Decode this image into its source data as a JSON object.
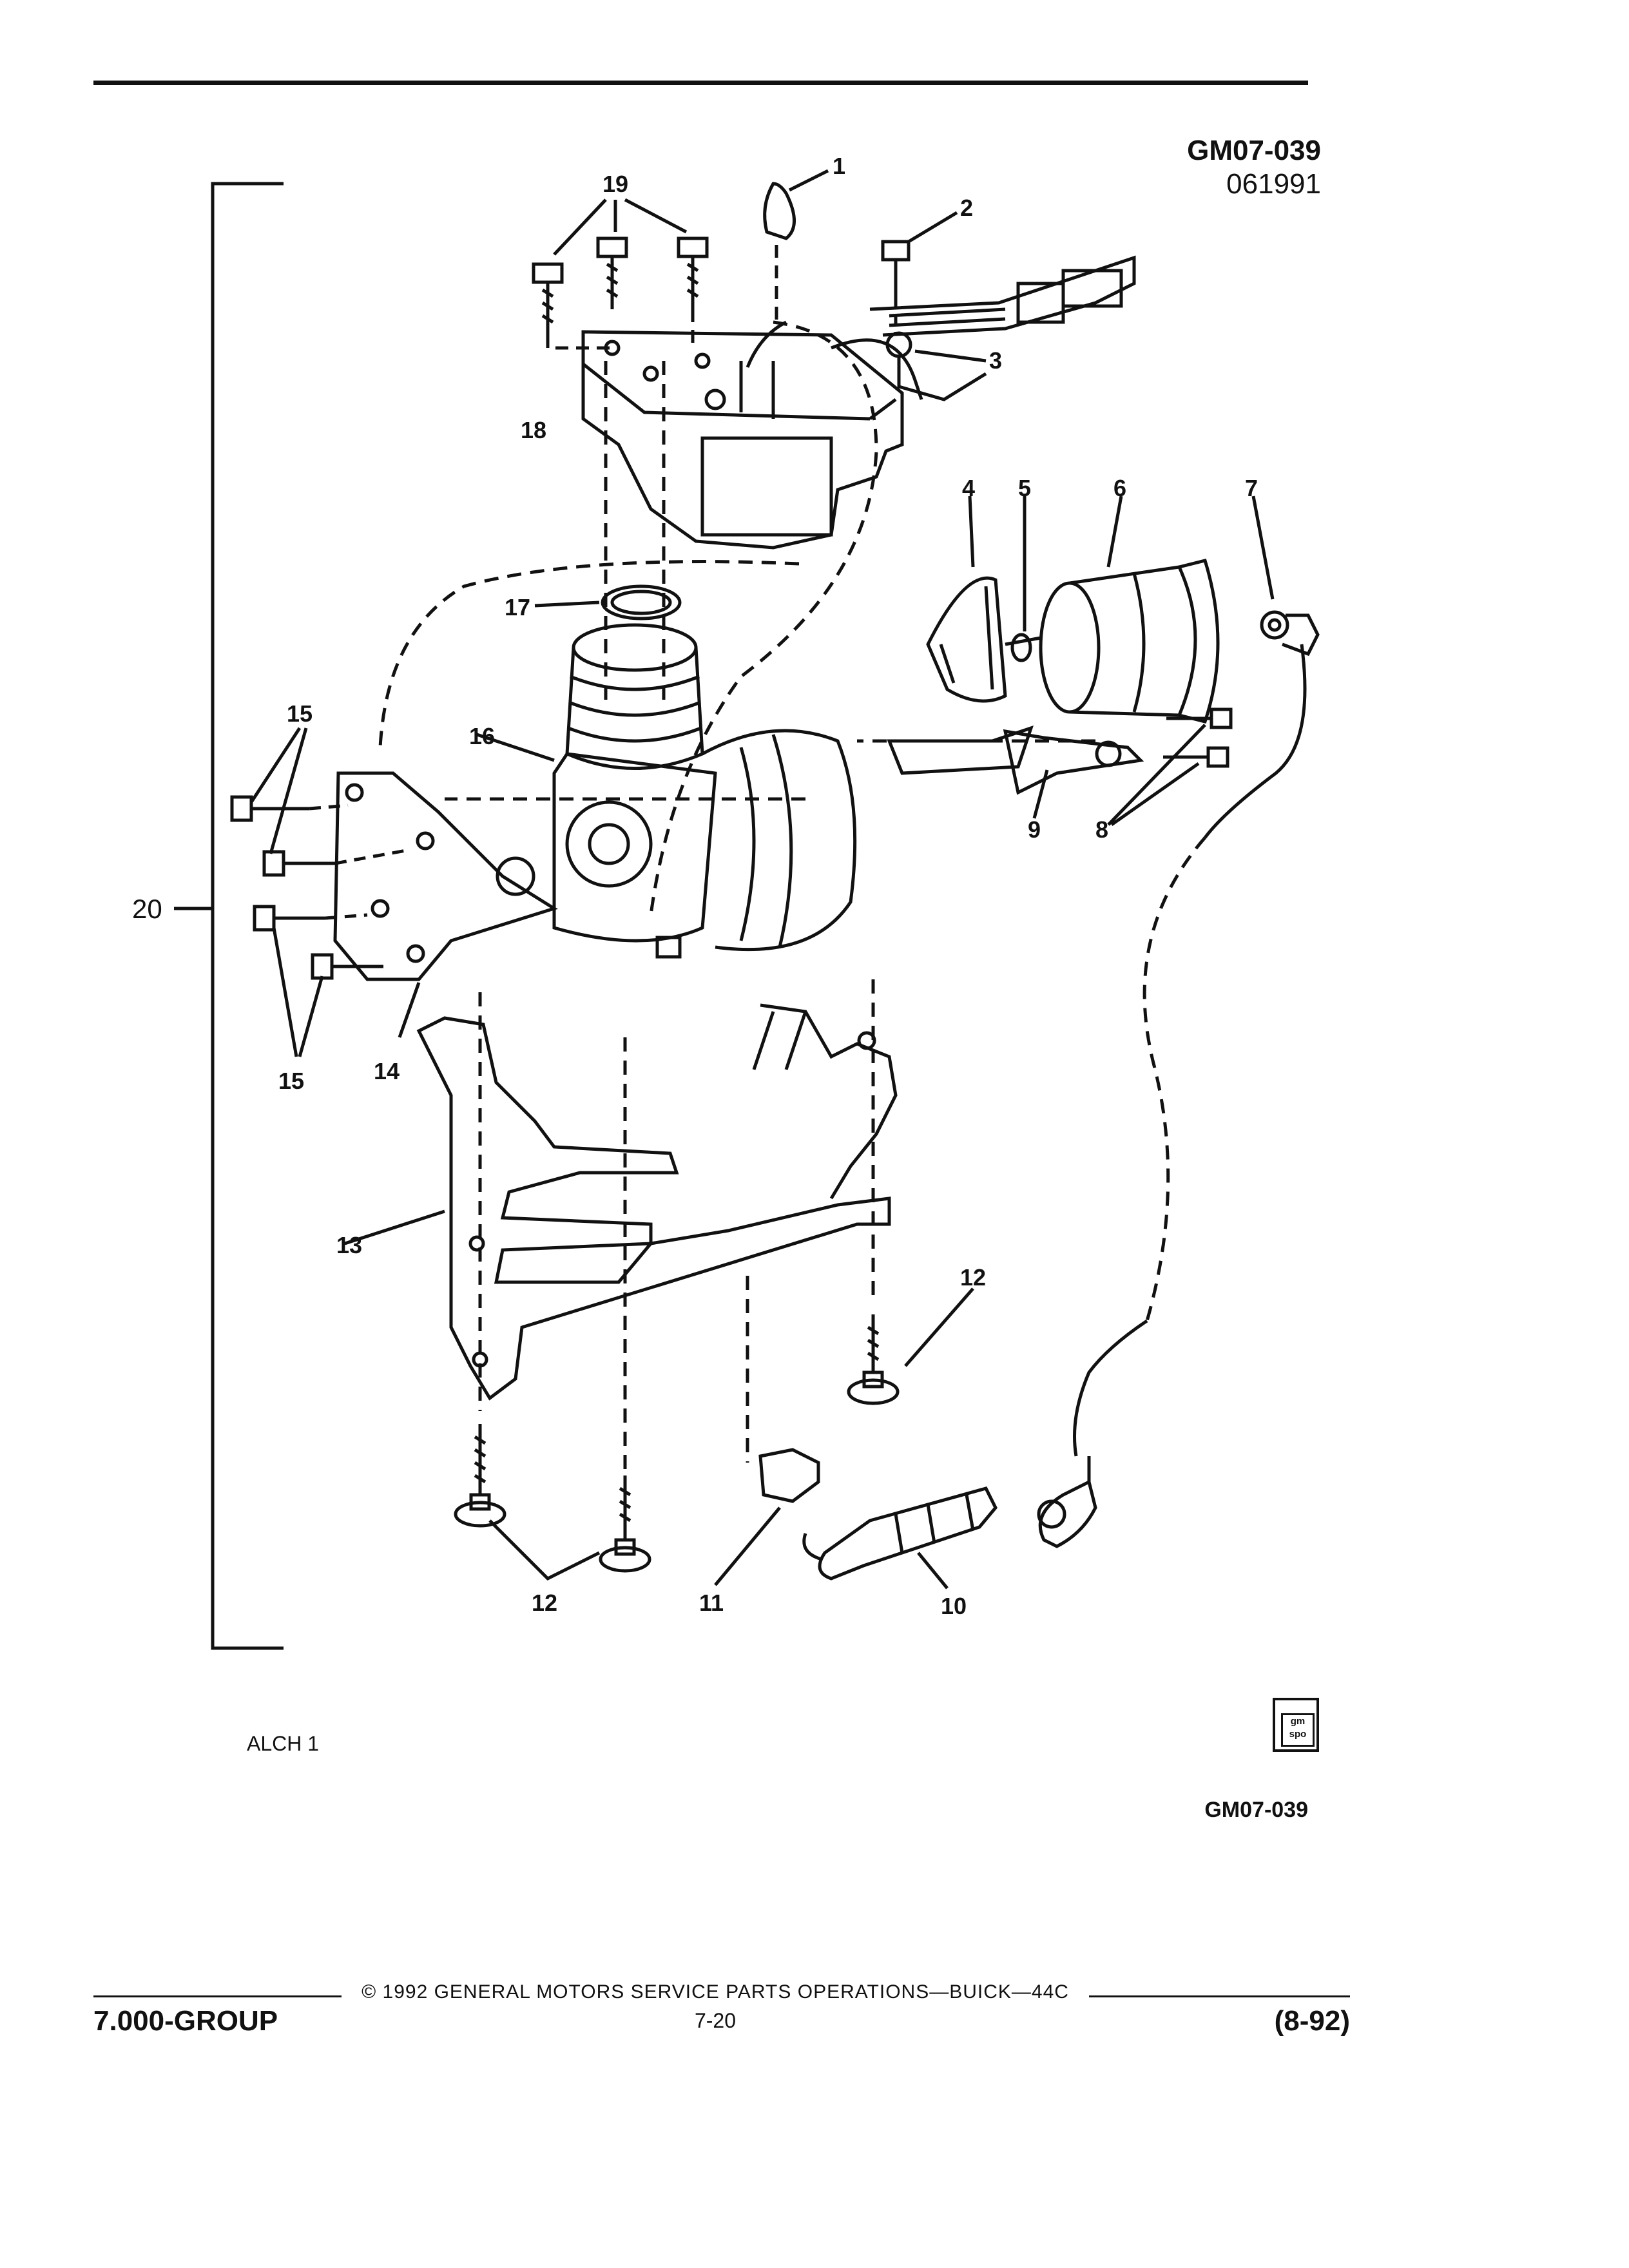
{
  "header": {
    "figure_id": "GM07-039",
    "figure_date": "061991"
  },
  "diagram": {
    "callouts": [
      "1",
      "2",
      "3",
      "4",
      "5",
      "6",
      "7",
      "8",
      "9",
      "10",
      "11",
      "12",
      "13",
      "14",
      "15",
      "16",
      "17",
      "18",
      "19",
      "20"
    ]
  },
  "caption": {
    "left_label": "ALCH 1",
    "figure_id": "GM07-039",
    "logo_text": "gm spo"
  },
  "footer": {
    "copyright": "© 1992 GENERAL MOTORS SERVICE PARTS OPERATIONS—BUICK—44C",
    "group": "7.000-GROUP",
    "page": "7-20",
    "date": "(8-92)"
  }
}
